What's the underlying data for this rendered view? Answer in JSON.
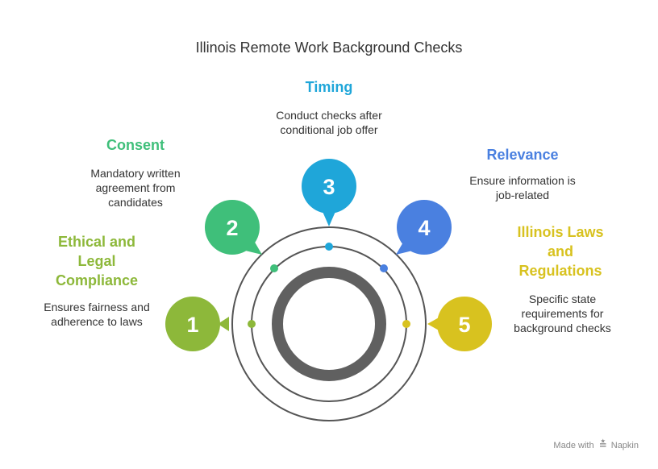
{
  "title": "Illinois Remote Work Background Checks",
  "steps": [
    {
      "number": "1",
      "heading": "Ethical and Legal Compliance",
      "description": "Ensures fairness and adherence to laws",
      "color": "#8db83a"
    },
    {
      "number": "2",
      "heading": "Consent",
      "description": "Mandatory written agreement from candidates",
      "color": "#3fbf7a"
    },
    {
      "number": "3",
      "heading": "Timing",
      "description": "Conduct checks after conditional job offer",
      "color": "#1fa6d9"
    },
    {
      "number": "4",
      "heading": "Relevance",
      "description": "Ensure information is job-related",
      "color": "#4a80e0"
    },
    {
      "number": "5",
      "heading": "Illinois Laws and Regulations",
      "description": "Specific state requirements for background checks",
      "color": "#d8c21f"
    }
  ],
  "footer": {
    "label": "Made with",
    "brand": "Napkin",
    "icon": "napkin-logo-icon"
  }
}
